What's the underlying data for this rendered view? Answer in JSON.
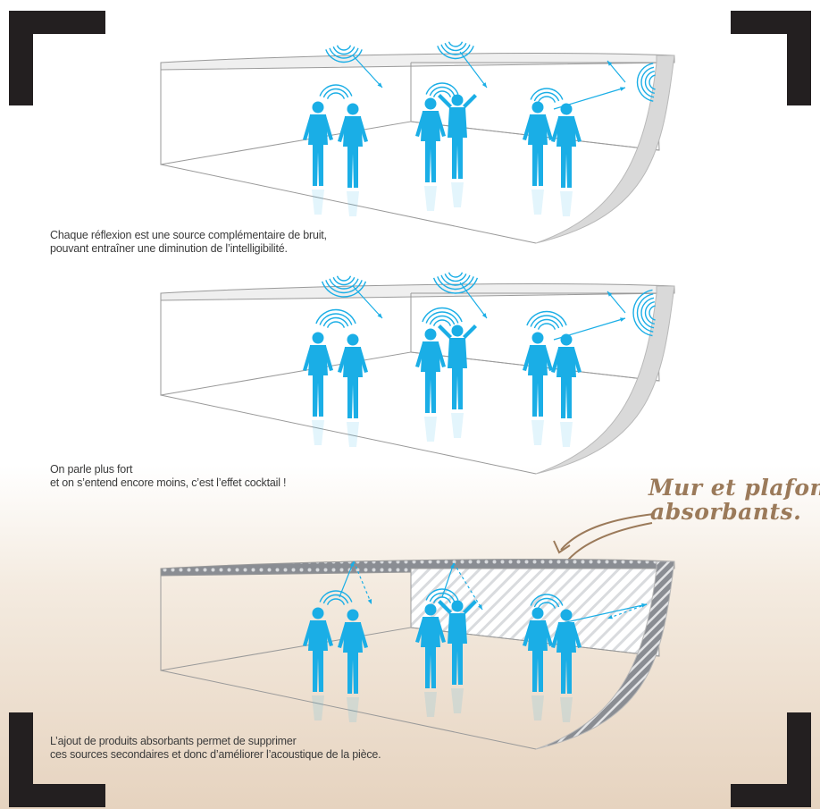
{
  "colors": {
    "person": "#1aaee6",
    "wave": "#1aaee6",
    "wall_line": "#9a9a9a",
    "curved_wall": "#d9d9d9",
    "absorbent_panel": "#8a8d93",
    "annotation": "#9b7a5a",
    "corner_mark": "#231f20",
    "text": "#3b3b3b"
  },
  "scenes": [
    {
      "caption_lines": [
        "Chaque réflexion est une source complémentaire de bruit,",
        "pouvant entraîner une diminution de l’intelligibilité."
      ]
    },
    {
      "caption_lines": [
        "On parle plus fort",
        "et on s’entend encore moins, c’est l’effet cocktail !"
      ]
    },
    {
      "caption_lines": [
        "L’ajout de produits absorbants permet de supprimer",
        "ces sources secondaires et donc d’améliorer l’acoustique de la pièce."
      ],
      "annotation_lines": [
        "Mur et plafond",
        "absorbants."
      ]
    }
  ]
}
